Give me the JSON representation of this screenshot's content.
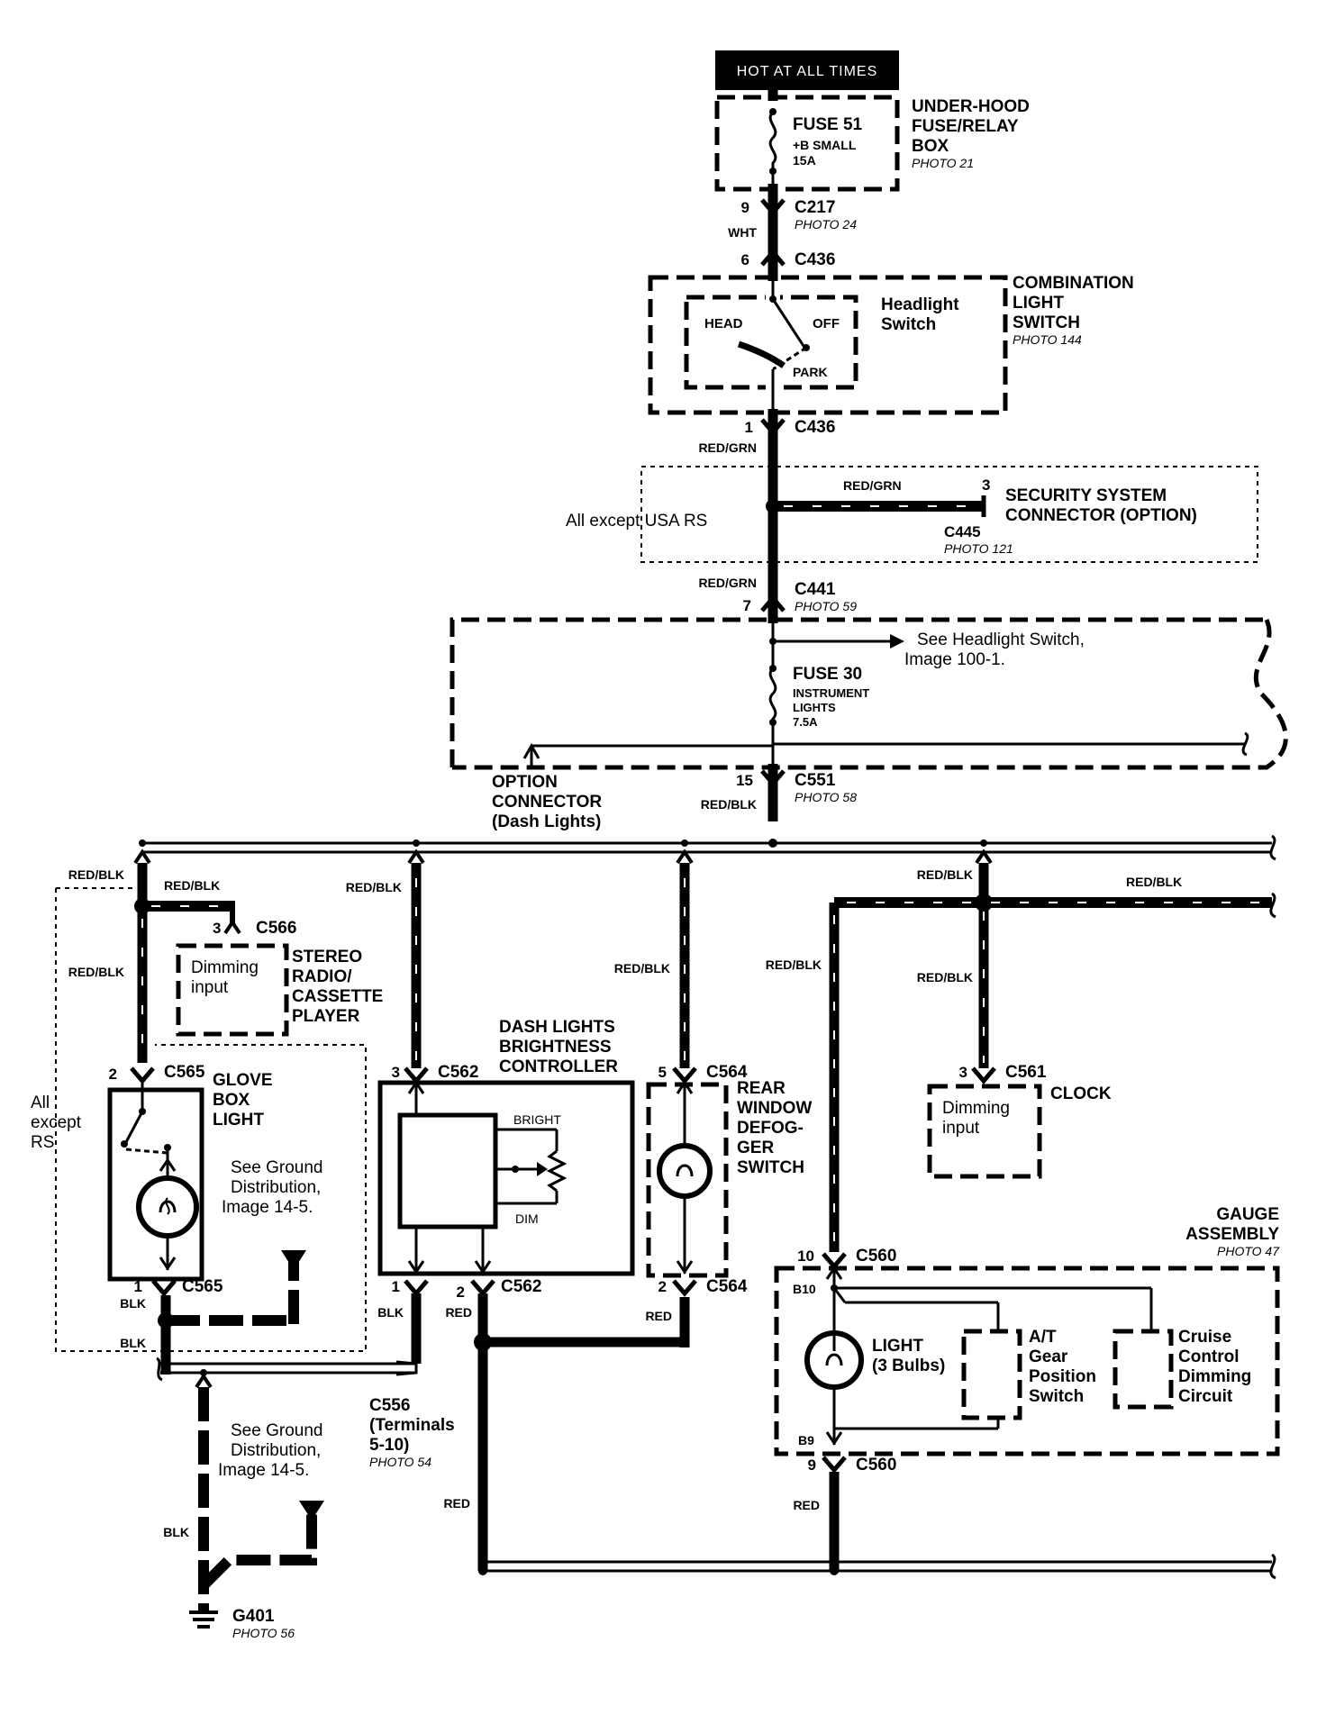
{
  "hot_label": "HOT AT ALL TIMES",
  "underhood": {
    "fuse_title": "FUSE 51",
    "fuse_detail_1": "+B SMALL",
    "fuse_detail_2": "15A",
    "box_line1": "UNDER-HOOD",
    "box_line2": "FUSE/RELAY",
    "box_line3": "BOX",
    "photo": "PHOTO 21"
  },
  "c217": {
    "pin": "9",
    "name": "C217",
    "photo": "PHOTO 24",
    "wire": "WHT"
  },
  "c436_top": {
    "pin": "6",
    "name": "C436"
  },
  "combo_switch": {
    "line1": "COMBINATION",
    "line2": "LIGHT",
    "line3": "SWITCH",
    "photo": "PHOTO 144",
    "inner_line1": "Headlight",
    "inner_line2": "Switch",
    "head": "HEAD",
    "off": "OFF",
    "park": "PARK"
  },
  "c436_bottom": {
    "pin": "1",
    "name": "C436",
    "wire": "RED/GRN"
  },
  "security": {
    "wire": "RED/GRN",
    "pin": "3",
    "line1": "SECURITY SYSTEM",
    "line2": "CONNECTOR (OPTION)",
    "connector": "C445",
    "photo": "PHOTO 121",
    "note": "All except USA RS"
  },
  "c441": {
    "wire": "RED/GRN",
    "pin": "7",
    "name": "C441",
    "photo": "PHOTO 59"
  },
  "underdash": {
    "see_line1": "See Headlight Switch,",
    "see_line2": "Image 100-1.",
    "fuse_title": "FUSE 30",
    "fuse_detail_1": "INSTRUMENT",
    "fuse_detail_2": "LIGHTS",
    "fuse_detail_3": "7.5A"
  },
  "option_connector": {
    "line1": "OPTION",
    "line2": "CONNECTOR",
    "line3": "(Dash Lights)"
  },
  "c551": {
    "pin": "15",
    "name": "C551",
    "photo": "PHOTO 58",
    "wire": "RED/BLK"
  },
  "stereo": {
    "wire_a": "RED/BLK",
    "wire_b": "RED/BLK",
    "wire_c": "RED/BLK",
    "pin": "3",
    "connector": "C566",
    "input_line1": "Dimming",
    "input_line2": "input",
    "line1": "STEREO",
    "line2": "RADIO/",
    "line3": "CASSETTE",
    "line4": "PLAYER"
  },
  "glove_box": {
    "pin_top": "2",
    "conn_top": "C565",
    "line1": "GLOVE",
    "line2": "BOX",
    "line3": "LIGHT",
    "see_line1": "See Ground",
    "see_line2": "Distribution,",
    "see_line3": "Image 14-5.",
    "pin_bottom": "1",
    "conn_bottom": "C565",
    "wire_a": "BLK",
    "wire_b": "BLK",
    "except_line1": "All",
    "except_line2": "except",
    "except_line3": "RS"
  },
  "dash_controller": {
    "wire": "RED/BLK",
    "line1": "DASH LIGHTS",
    "line2": "BRIGHTNESS",
    "line3": "CONTROLLER",
    "pin_top": "3",
    "conn_top": "C562",
    "bright": "BRIGHT",
    "dim": "DIM",
    "pin_b1": "1",
    "pin_b2": "2",
    "conn_bottom": "C562",
    "wire_blk": "BLK",
    "wire_red": "RED"
  },
  "defog": {
    "wire": "RED/BLK",
    "pin_top": "5",
    "conn_top": "C564",
    "line1": "REAR",
    "line2": "WINDOW",
    "line3": "DEFOG-",
    "line4": "GER",
    "line5": "SWITCH",
    "pin_bottom": "2",
    "conn_bottom": "C564",
    "wire_red": "RED"
  },
  "clock": {
    "wire_top": "RED/BLK",
    "wire_right": "RED/BLK",
    "wire_down": "RED/BLK",
    "pin": "3",
    "connector": "C561",
    "input_line1": "Dimming",
    "input_line2": "input",
    "label": "CLOCK"
  },
  "gauge": {
    "wire_left": "RED/BLK",
    "line1": "GAUGE",
    "line2": "ASSEMBLY",
    "photo": "PHOTO 47",
    "pin_top": "10",
    "conn_top": "C560",
    "b10": "B10",
    "light_line1": "LIGHT",
    "light_line2": "(3 Bulbs)",
    "at_line1": "A/T",
    "at_line2": "Gear",
    "at_line3": "Position",
    "at_line4": "Switch",
    "cc_line1": "Cruise",
    "cc_line2": "Control",
    "cc_line3": "Dimming",
    "cc_line4": "Circuit",
    "b9": "B9",
    "pin_bottom": "9",
    "conn_bottom": "C560",
    "wire_red": "RED"
  },
  "c556": {
    "line1": "C556",
    "line2": "(Terminals",
    "line3": "5-10)",
    "photo": "PHOTO 54"
  },
  "ground": {
    "see_line1": "See Ground",
    "see_line2": "Distribution,",
    "see_line3": "Image 14-5.",
    "wire": "BLK",
    "name": "G401",
    "photo": "PHOTO 56"
  },
  "red_bus_wire": "RED"
}
